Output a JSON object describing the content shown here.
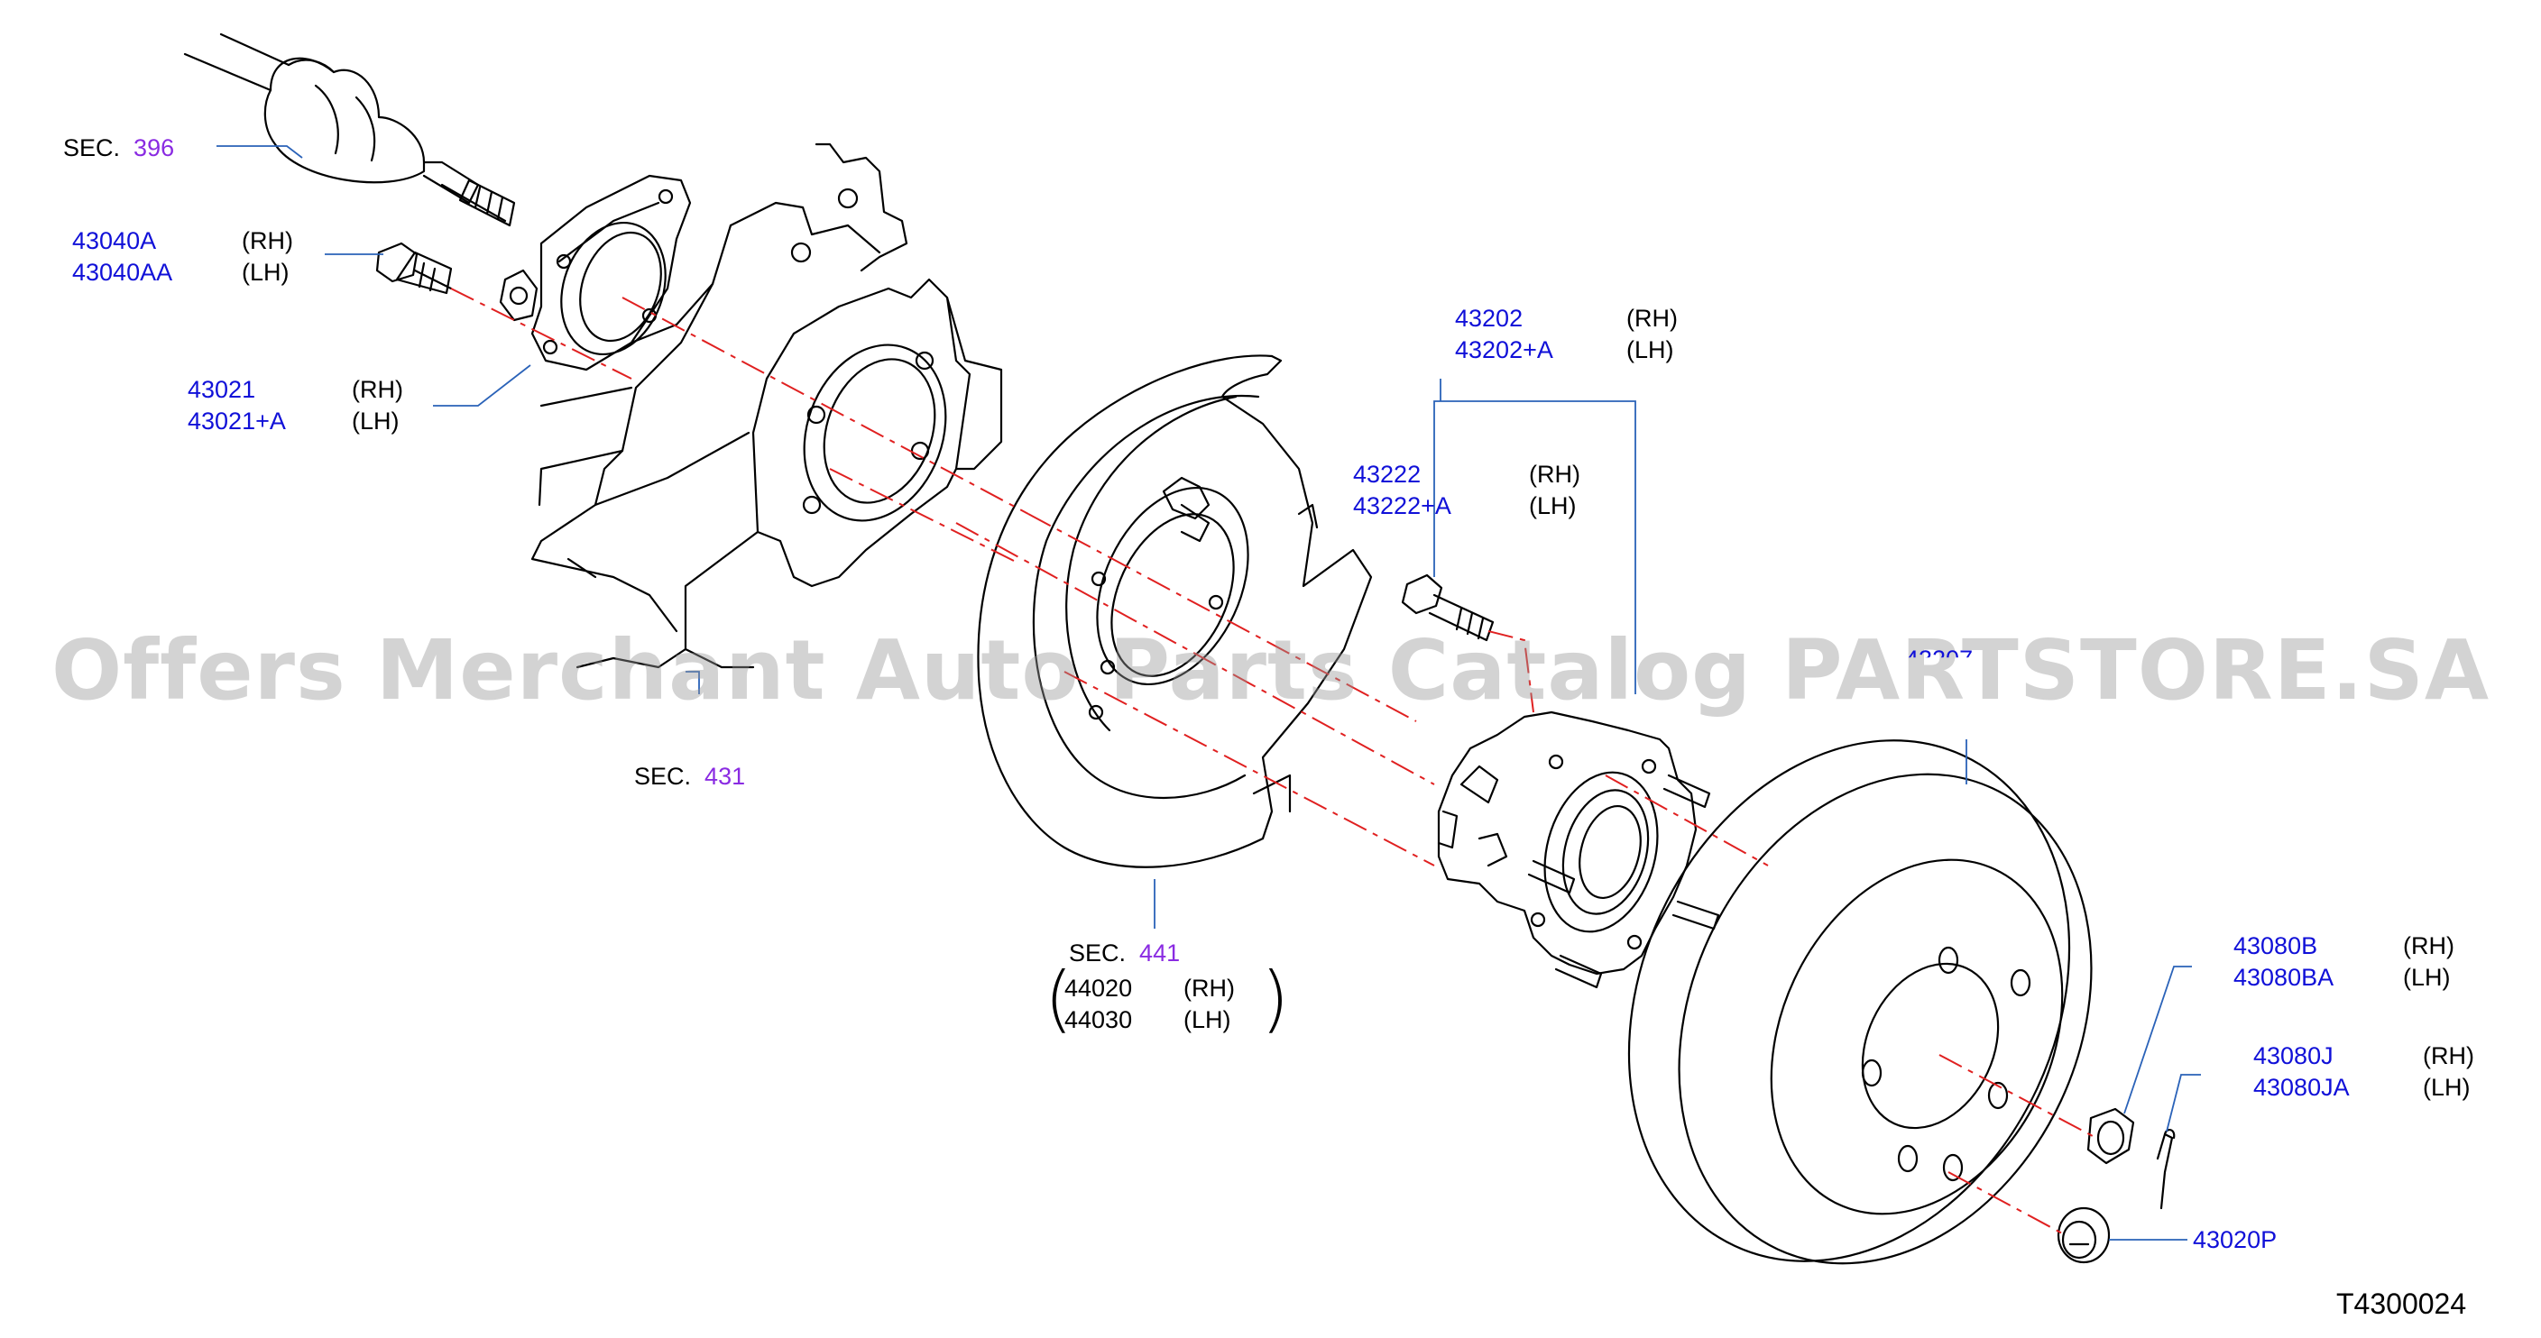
{
  "watermark": "Offers Merchant Auto Parts Catalog PARTSTORE.SA",
  "diagram_code": "T4300024",
  "colors": {
    "part_number": "#1010d8",
    "section_number": "#8a2be2",
    "leader": "#2a62b8",
    "centerline": "#e02020",
    "line": "#000000"
  },
  "sections": [
    {
      "prefix": "SEC.",
      "number": "396"
    },
    {
      "prefix": "SEC.",
      "number": "431"
    },
    {
      "prefix": "SEC.",
      "number": "441"
    }
  ],
  "parts": {
    "p43040": {
      "rh": "43040A",
      "lh": "43040AA"
    },
    "p43021": {
      "rh": "43021",
      "lh": "43021+A"
    },
    "p43202": {
      "rh": "43202",
      "lh": "43202+A"
    },
    "p43222": {
      "rh": "43222",
      "lh": "43222+A"
    },
    "p44020": {
      "rh": "44020",
      "lh": "44030"
    },
    "p43207": {
      "label": "43207"
    },
    "p43080b": {
      "rh": "43080B",
      "lh": "43080BA"
    },
    "p43080j": {
      "rh": "43080J",
      "lh": "43080JA"
    },
    "p43020": {
      "label": "43020P"
    }
  },
  "side_labels": {
    "rh": "(RH)",
    "lh": "(LH)"
  }
}
